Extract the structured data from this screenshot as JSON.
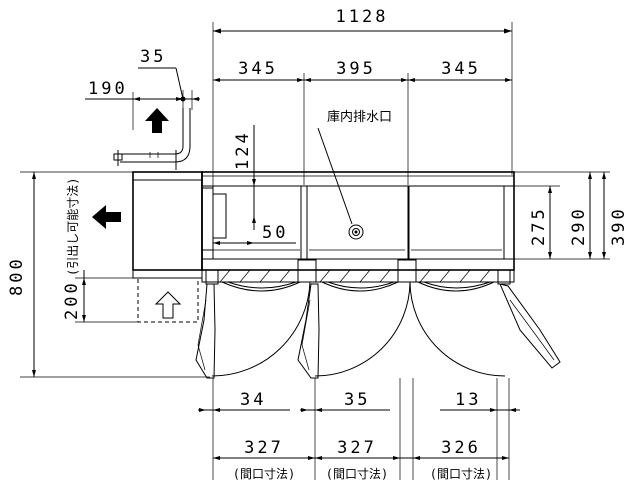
{
  "dimensions": {
    "total_width": "1128",
    "section_left": "345",
    "section_middle": "395",
    "section_right": "345",
    "top_small": "35",
    "side_offset": "190",
    "vertical_124": "124",
    "dim_50": "50",
    "depth_275": "275",
    "depth_290": "290",
    "depth_390": "390",
    "height_800": "800",
    "pullout_200": "200",
    "pullout_note": "(引出し可能寸法)",
    "gap_34": "34",
    "gap_35": "35",
    "gap_13": "13",
    "opening_1": "327",
    "opening_2": "327",
    "opening_3": "326",
    "opening_note": "(間口寸法)"
  },
  "labels": {
    "drain": "庫内排水口"
  },
  "icons": {
    "arrow_up": "arrow-up-solid-icon",
    "arrow_left": "arrow-left-solid-icon",
    "arrow_up_outline": "arrow-up-outline-icon"
  }
}
